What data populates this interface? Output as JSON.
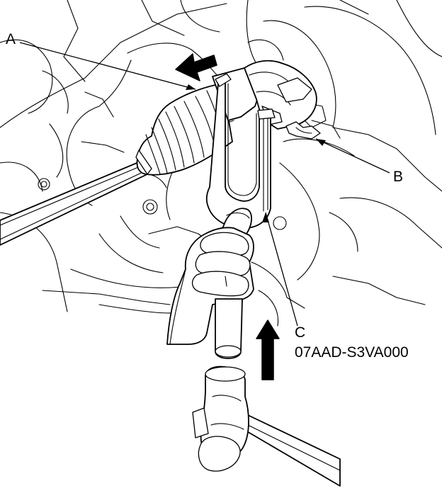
{
  "callouts": {
    "a": "A",
    "b": "B",
    "c": "C",
    "c_part": "07AAD-S3VA000"
  },
  "colors": {
    "ink": "#000000",
    "paper": "#ffffff"
  },
  "icons": [
    "left-arrow-icon",
    "up-arrow-icon"
  ]
}
